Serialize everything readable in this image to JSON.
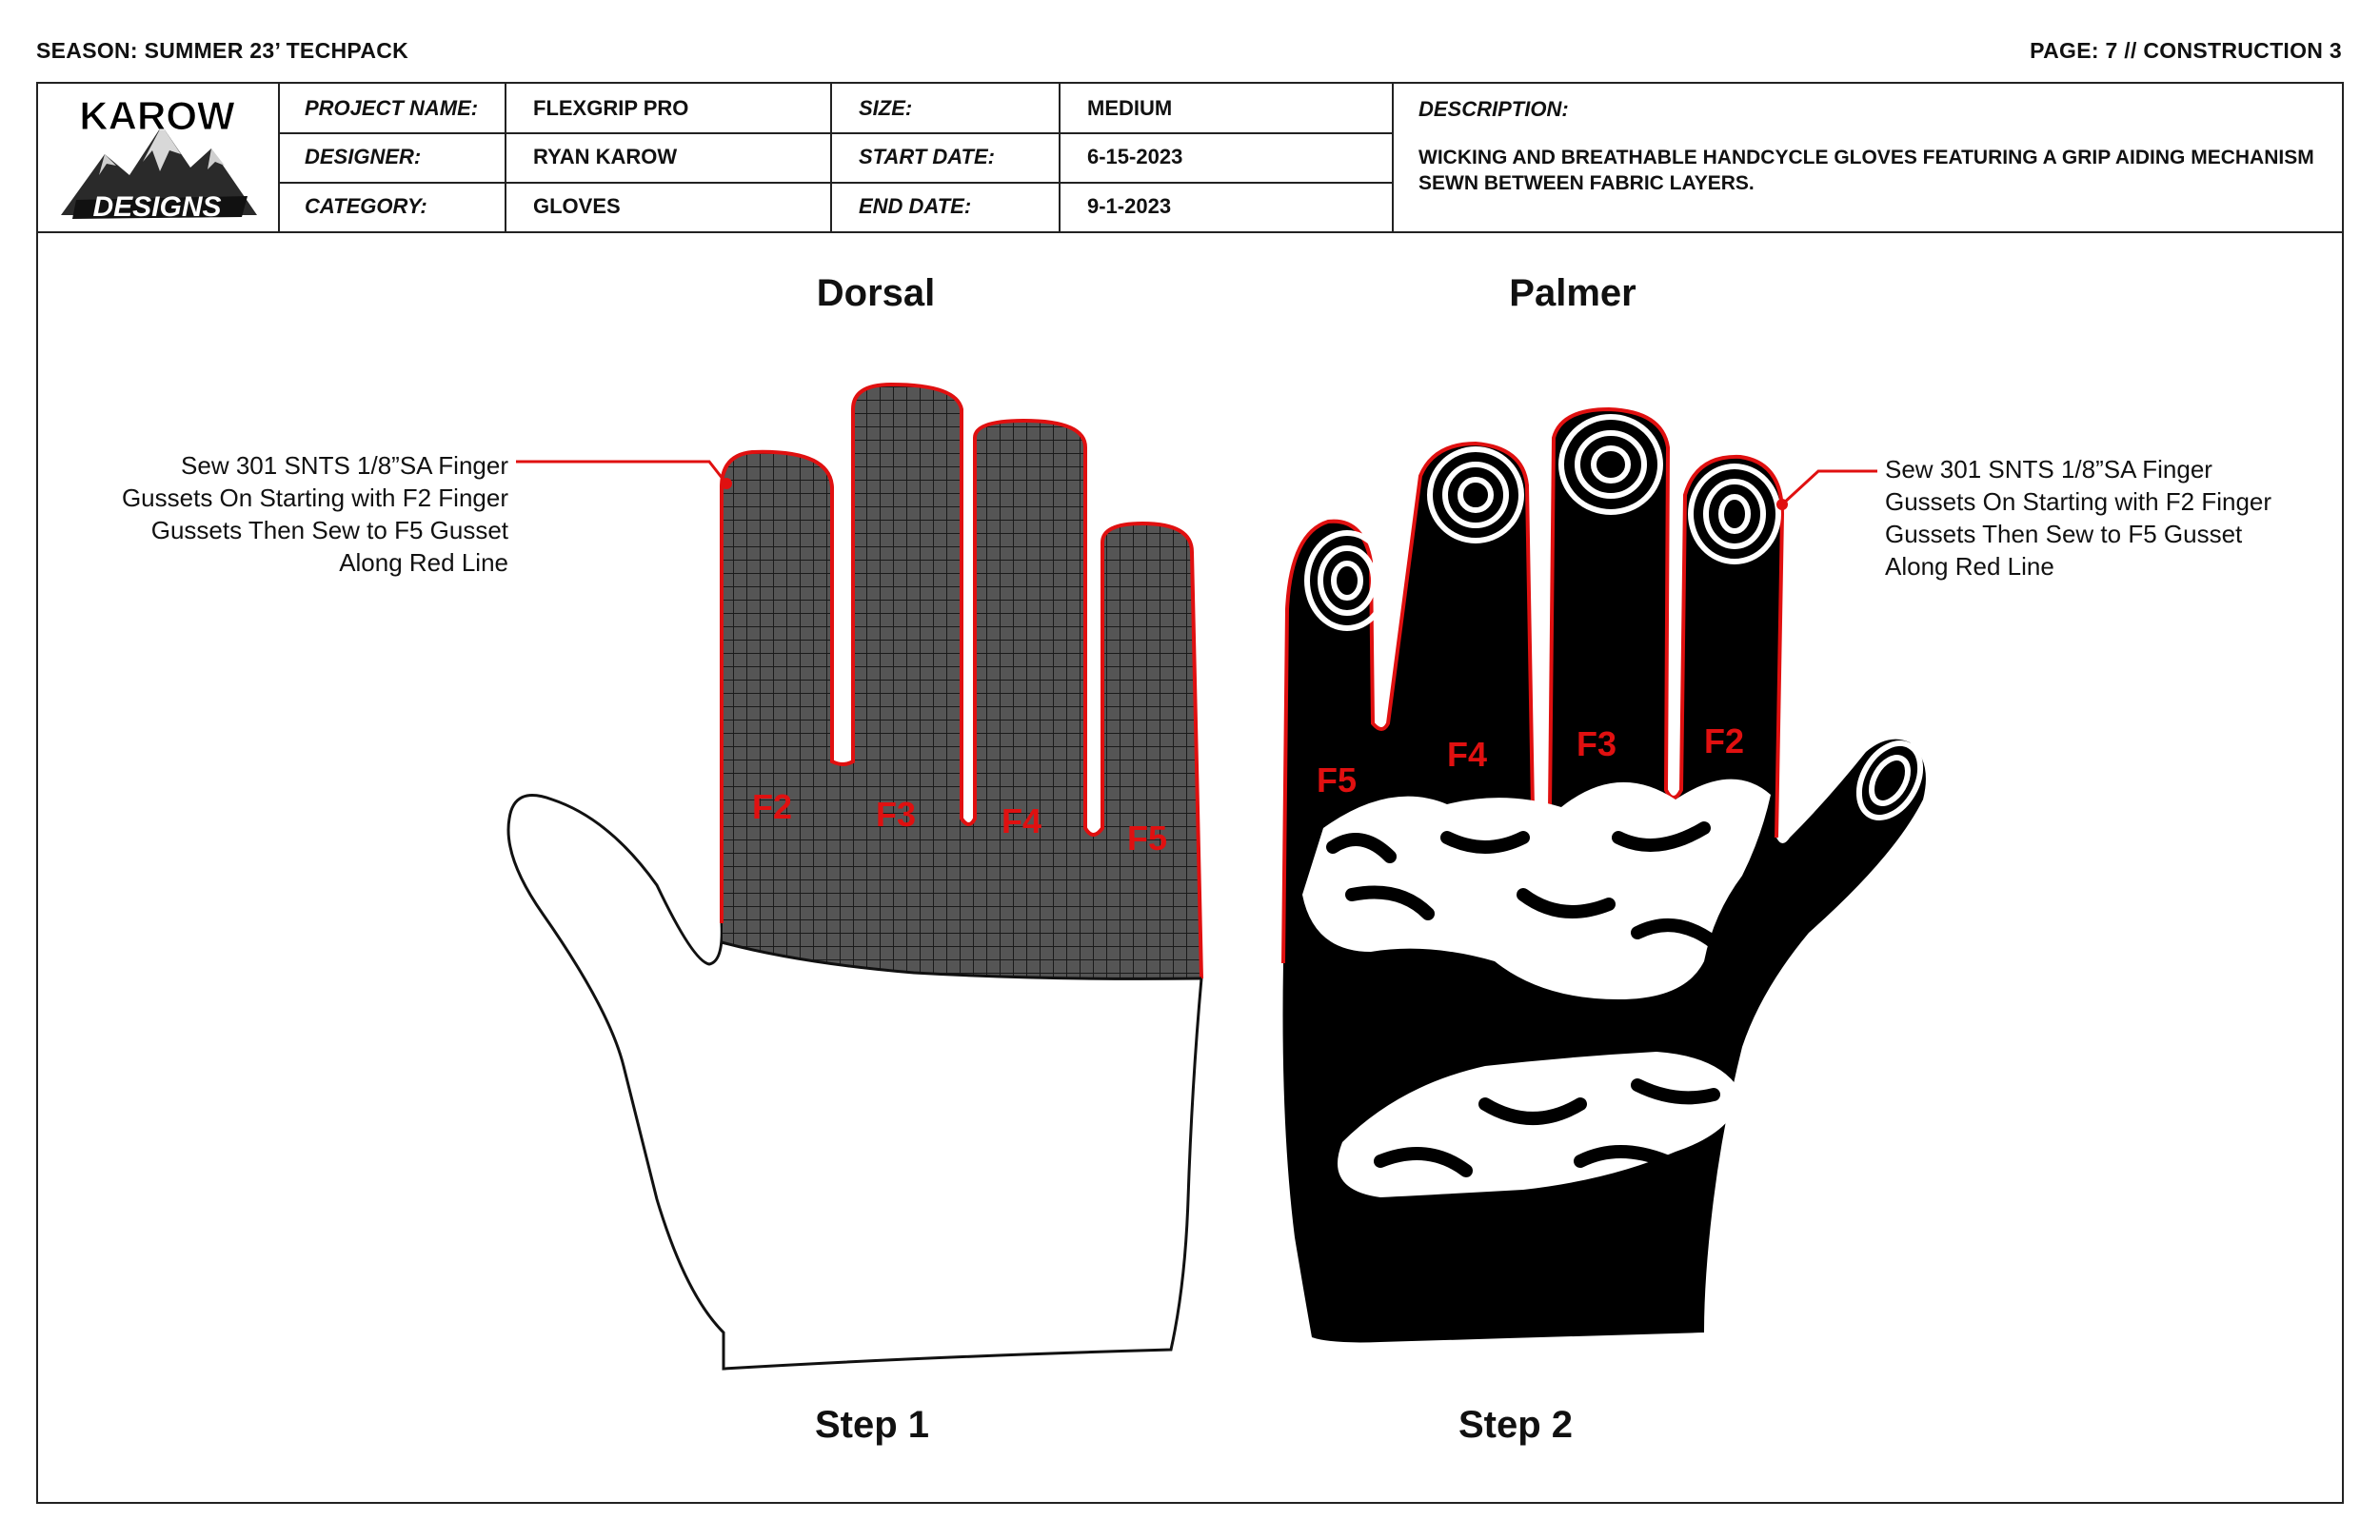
{
  "header": {
    "season": "SEASON: SUMMER 23’  TECHPACK",
    "page": "PAGE: 7 // CONSTRUCTION 3"
  },
  "logo": {
    "line1": "KAROW",
    "line2": "DESIGNS"
  },
  "fields": {
    "project_name_label": "PROJECT NAME:",
    "project_name": "FLEXGRIP PRO",
    "designer_label": "DESIGNER:",
    "designer": "RYAN KAROW",
    "category_label": "CATEGORY:",
    "category": "GLOVES",
    "size_label": "SIZE:",
    "size": "MEDIUM",
    "start_date_label": "START DATE:",
    "start_date": "6-15-2023",
    "end_date_label": "END DATE:",
    "end_date": "9-1-2023",
    "description_label": "DESCRIPTION:",
    "description": "WICKING AND BREATHABLE HANDCYCLE GLOVES FEATURING A GRIP AIDING MECHANISM SEWN BETWEEN FABRIC LAYERS."
  },
  "views": {
    "dorsal": "Dorsal",
    "palmer": "Palmer"
  },
  "steps": {
    "step1": "Step 1",
    "step2": "Step 2"
  },
  "notes": {
    "left": "Sew 301 SNTS 1/8”SA Finger Gussets On Starting with F2 Finger Gussets Then Sew to F5 Gusset Along Red Line",
    "right": "Sew 301 SNTS 1/8”SA Finger Gussets On Starting with F2 Finger Gussets Then Sew to F5 Gusset Along Red Line"
  },
  "finger_labels": {
    "dorsal": [
      "F2",
      "F3",
      "F4",
      "F5"
    ],
    "palmer": [
      "F5",
      "F4",
      "F3",
      "F2"
    ]
  },
  "colors": {
    "stitch_line": "#e01010",
    "mesh_fill": "#555555",
    "glove_black": "#000000"
  }
}
